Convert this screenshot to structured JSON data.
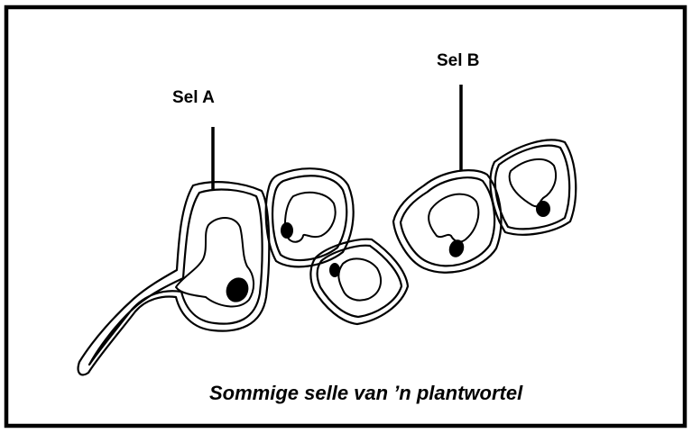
{
  "diagram": {
    "labels": {
      "cell_a": "Sel A",
      "cell_b": "Sel B"
    },
    "caption": "Sommige selle van ’n plantwortel",
    "colors": {
      "ink": "#000000",
      "background": "#ffffff"
    }
  }
}
